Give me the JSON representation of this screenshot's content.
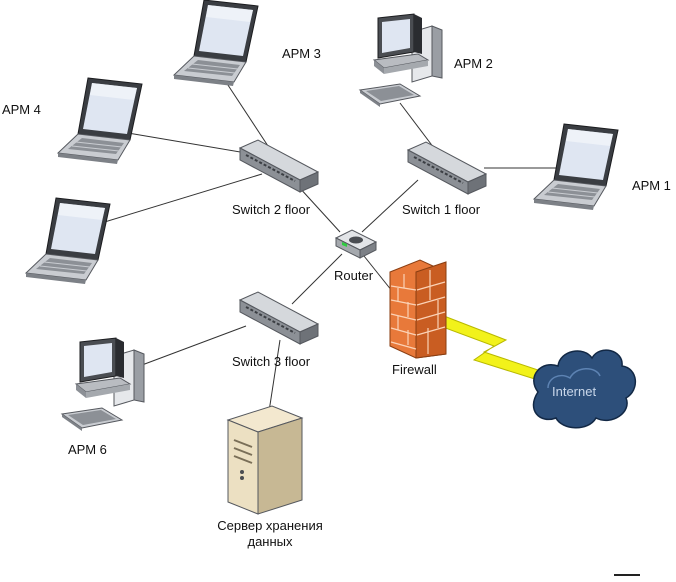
{
  "nodes": {
    "arm1": {
      "label": "АРМ 1"
    },
    "arm2": {
      "label": "АРМ 2"
    },
    "arm3": {
      "label": "АРМ 3"
    },
    "arm4": {
      "label": "АРМ 4"
    },
    "arm6": {
      "label": "АРМ 6"
    },
    "switch1": {
      "label": "Switch 1 floor"
    },
    "switch2": {
      "label": "Switch 2 floor"
    },
    "switch3": {
      "label": "Switch 3 floor"
    },
    "router": {
      "label": "Router"
    },
    "firewall": {
      "label": "Firewall"
    },
    "internet": {
      "label": "Internet"
    },
    "server": {
      "label_line1": "Сервер хранения",
      "label_line2": "данных"
    }
  },
  "icons": {
    "laptop": "laptop-icon",
    "desktop": "desktop-computer-icon",
    "switch": "network-switch-icon",
    "router": "router-icon",
    "firewall": "firewall-icon",
    "cloud": "cloud-icon",
    "server": "server-icon",
    "lightning": "lightning-bolt-icon"
  },
  "colors": {
    "firewall_brick": "#e8793a",
    "cloud": "#2d4f7a",
    "lightning": "#f2f21a",
    "screen": "#dfe6f2",
    "device_gray": "#c9ccd1"
  }
}
